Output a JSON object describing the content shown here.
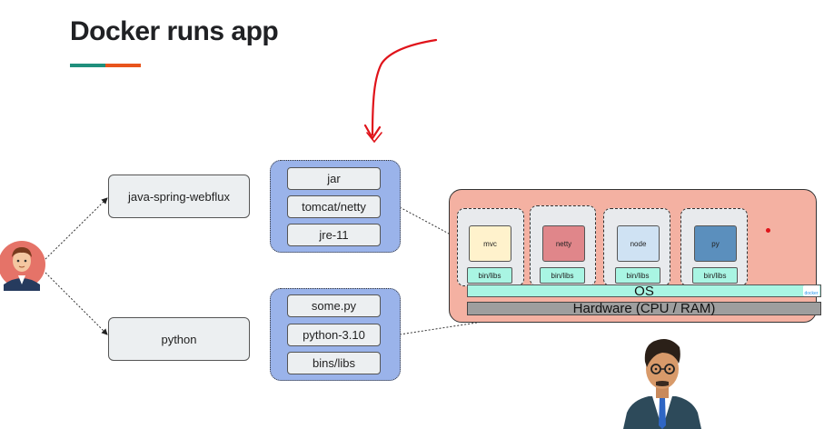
{
  "title": "Docker runs app",
  "colors": {
    "accent_teal": "#1f8f7c",
    "accent_orange": "#e8541c",
    "stack_bg": "#9ab3ea",
    "host_bg": "#f4b1a2",
    "os_bg": "#a9f5e3",
    "hardware_bg": "#9e9e9e",
    "annotation": "#e0131a"
  },
  "apps": {
    "java": "java-spring-webflux",
    "python": "python"
  },
  "java_stack": [
    "jar",
    "tomcat/netty",
    "jre-11"
  ],
  "python_stack": [
    "some.py",
    "python-3.10",
    "bins/libs"
  ],
  "containers": [
    {
      "app": "mvc",
      "color": "#fff2cc",
      "bins": "bin/libs"
    },
    {
      "app": "netty",
      "color": "#e0868a",
      "bins": "bin/libs"
    },
    {
      "app": "node",
      "color": "#cfe2f3",
      "bins": "bin/libs"
    },
    {
      "app": "py",
      "color": "#5b8fbd",
      "bins": "bin/libs"
    }
  ],
  "os_label": "OS",
  "hardware_label": "Hardware (CPU / RAM)",
  "docker_logo_text": "docker",
  "icons": {
    "user": "user-avatar-icon",
    "presenter": "presenter-illustration",
    "arrow": "hand-drawn-arrow"
  }
}
